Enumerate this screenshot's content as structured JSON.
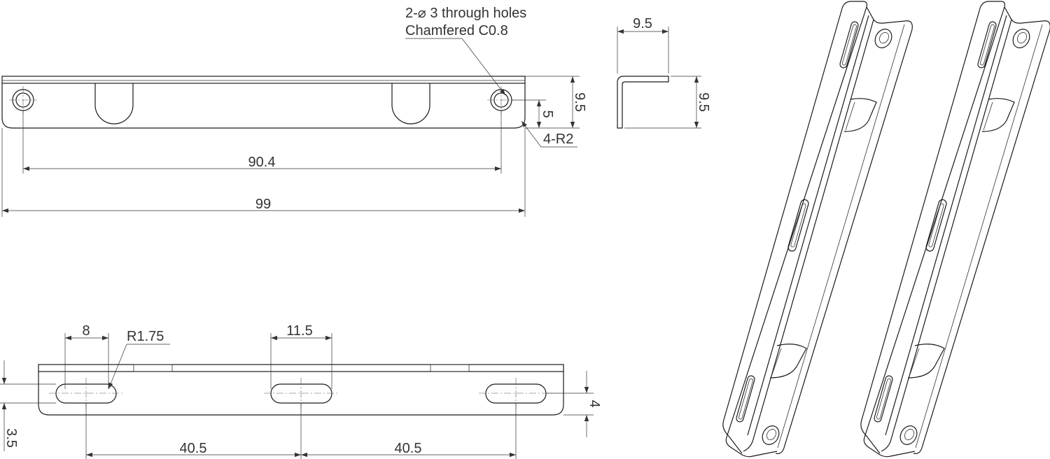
{
  "notes": {
    "holes_line1": "2-⌀ 3 through holes",
    "holes_line2": "Chamfered C0.8",
    "radius": "4-R2",
    "slot_radius": "R1.75"
  },
  "dimensions": {
    "hole_spacing": "90.4",
    "overall_length": "99",
    "height": "9.5",
    "hole_height": "5",
    "side_width": "9.5",
    "side_height": "9.5",
    "slot_small_width": "8",
    "slot_large_width": "11.5",
    "slot_height": "4",
    "slot_offset": "3.5",
    "slot_spacing_left": "40.5",
    "slot_spacing_right": "40.5"
  }
}
